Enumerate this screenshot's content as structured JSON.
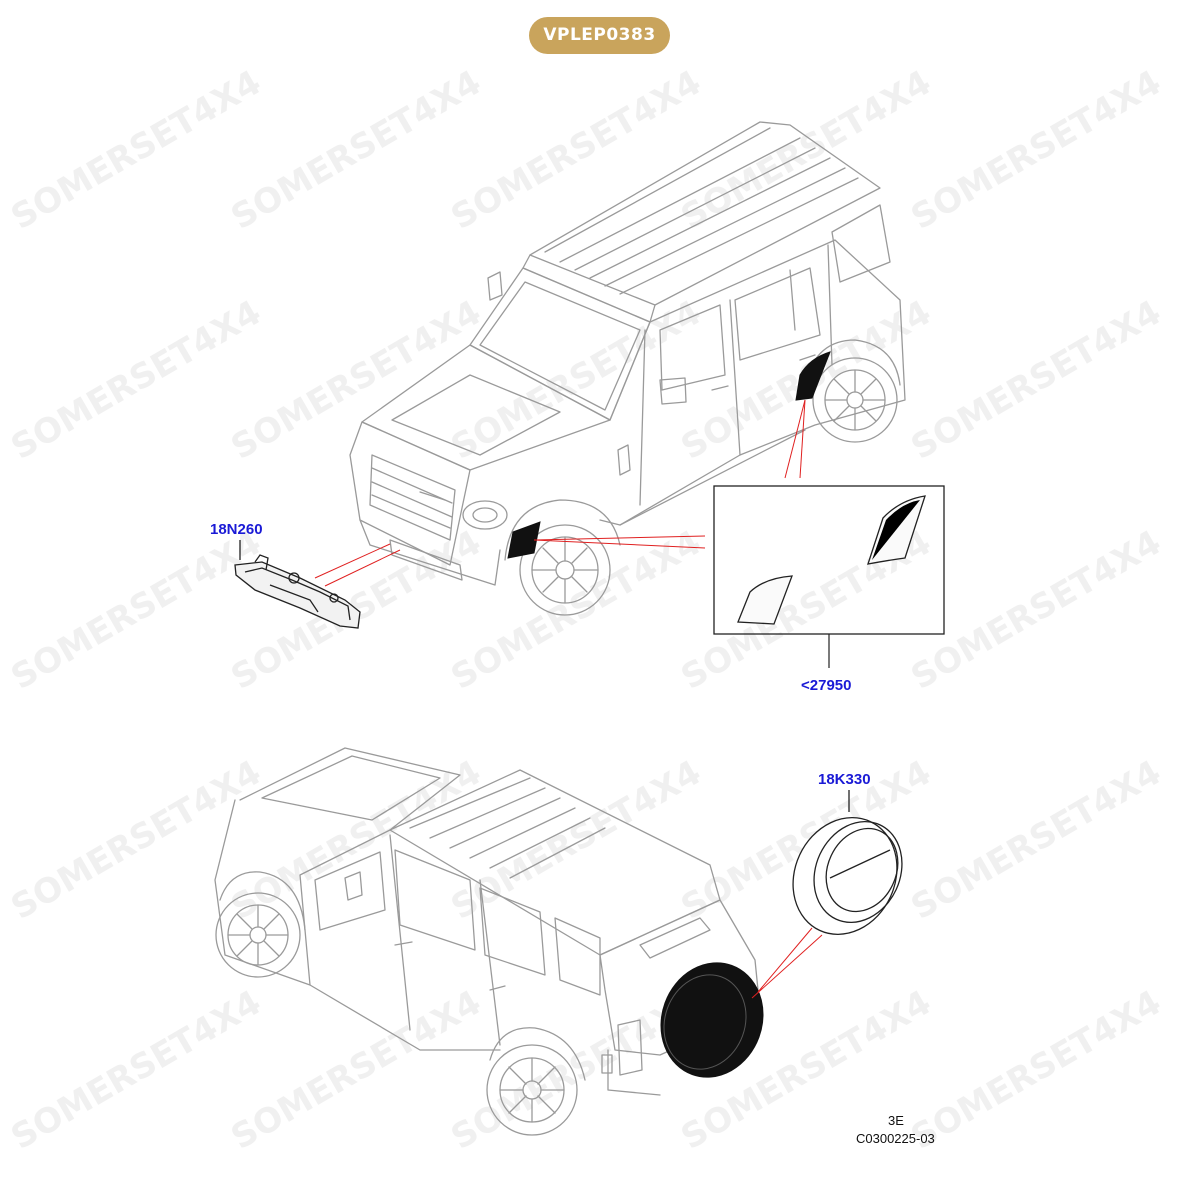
{
  "diagram_code": "VPLEP0383",
  "badge_color": "#c9a45c",
  "callout_color": "#1a1ad6",
  "leader_color": "#e02020",
  "watermark_text": "SOMERSET4X4",
  "parts": [
    {
      "label": "18N260"
    },
    {
      "label": "<27950"
    },
    {
      "label": "18K330"
    }
  ],
  "footer": {
    "line1": "3E",
    "line2": "C0300225-03"
  }
}
